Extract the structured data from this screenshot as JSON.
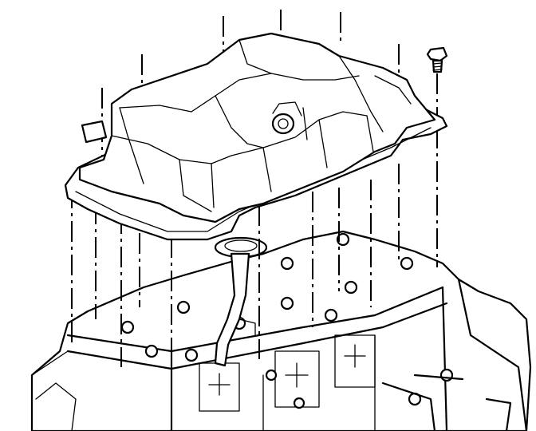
{
  "diagram": {
    "subject": "oil-pan-installation",
    "parts": [
      "engine-block",
      "oil-pump-pickup-tube",
      "oil-pan-gasket",
      "oil-pan",
      "oil-pan-bolt"
    ],
    "colors": {
      "line": "#000000",
      "background": "#ffffff"
    }
  }
}
